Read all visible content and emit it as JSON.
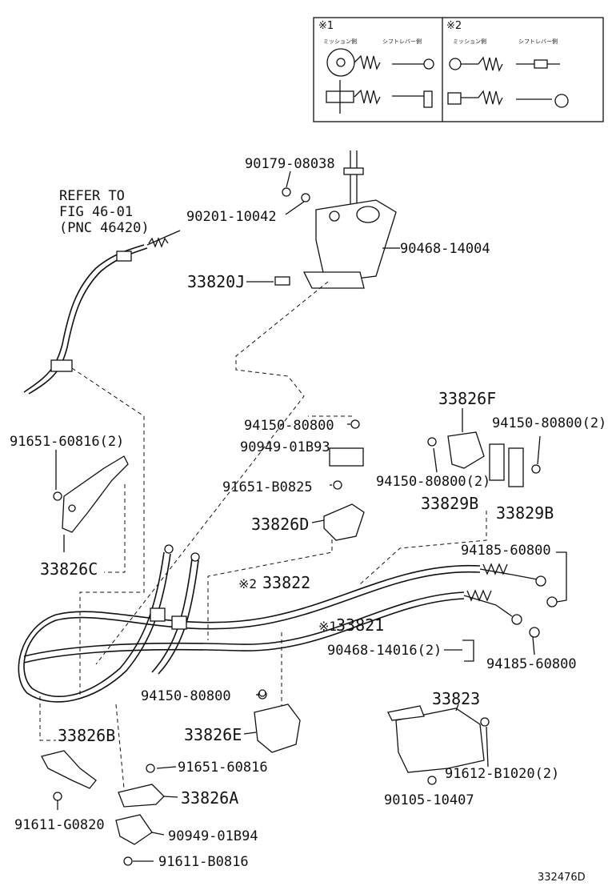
{
  "legend": {
    "box1_mark": "※1",
    "box2_mark": "※2",
    "box1_col1": "ミッション側",
    "box1_col2": "シフトレバー側",
    "box2_col1": "ミッション側",
    "box2_col2": "シフトレバー側"
  },
  "refer_note": {
    "line1": "REFER TO",
    "line2": "FIG 46-01",
    "line3": "(PNC 46420)"
  },
  "parts": {
    "p90179_08038": "90179-08038",
    "p90201_10042": "90201-10042",
    "p90468_14004": "90468-14004",
    "p33820J": "33820J",
    "p33826F": "33826F",
    "p94150_80800_a": "94150-80800",
    "p90949_01B93": "90949-01B93",
    "p94150_80800_2_right": "94150-80800(2)",
    "p91651_60816_2": "91651-60816(2)",
    "p94150_80800_2_mid": "94150-80800(2)",
    "p91651_B0825": "91651-B0825",
    "p33829B_a": "33829B",
    "p33829B_b": "33829B",
    "p33826D": "33826D",
    "p33826C": "33826C",
    "p94185_60800_a": "94185-60800",
    "p33822_mark": "※2",
    "p33822": "33822",
    "p33821_mark": "※1",
    "p33821": "33821",
    "p90468_14016_2": "90468-14016(2)",
    "p94185_60800_b": "94185-60800",
    "p94150_80800_b": "94150-80800",
    "p33823": "33823",
    "p33826B": "33826B",
    "p33826E": "33826E",
    "p91651_60816": "91651-60816",
    "p91612_B1020_2": "91612-B1020(2)",
    "p33826A": "33826A",
    "p90105_10407": "90105-10407",
    "p91611_G0820": "91611-G0820",
    "p90949_01B94": "90949-01B94",
    "p91611_B0816": "91611-B0816"
  },
  "figure_code": "332476D"
}
